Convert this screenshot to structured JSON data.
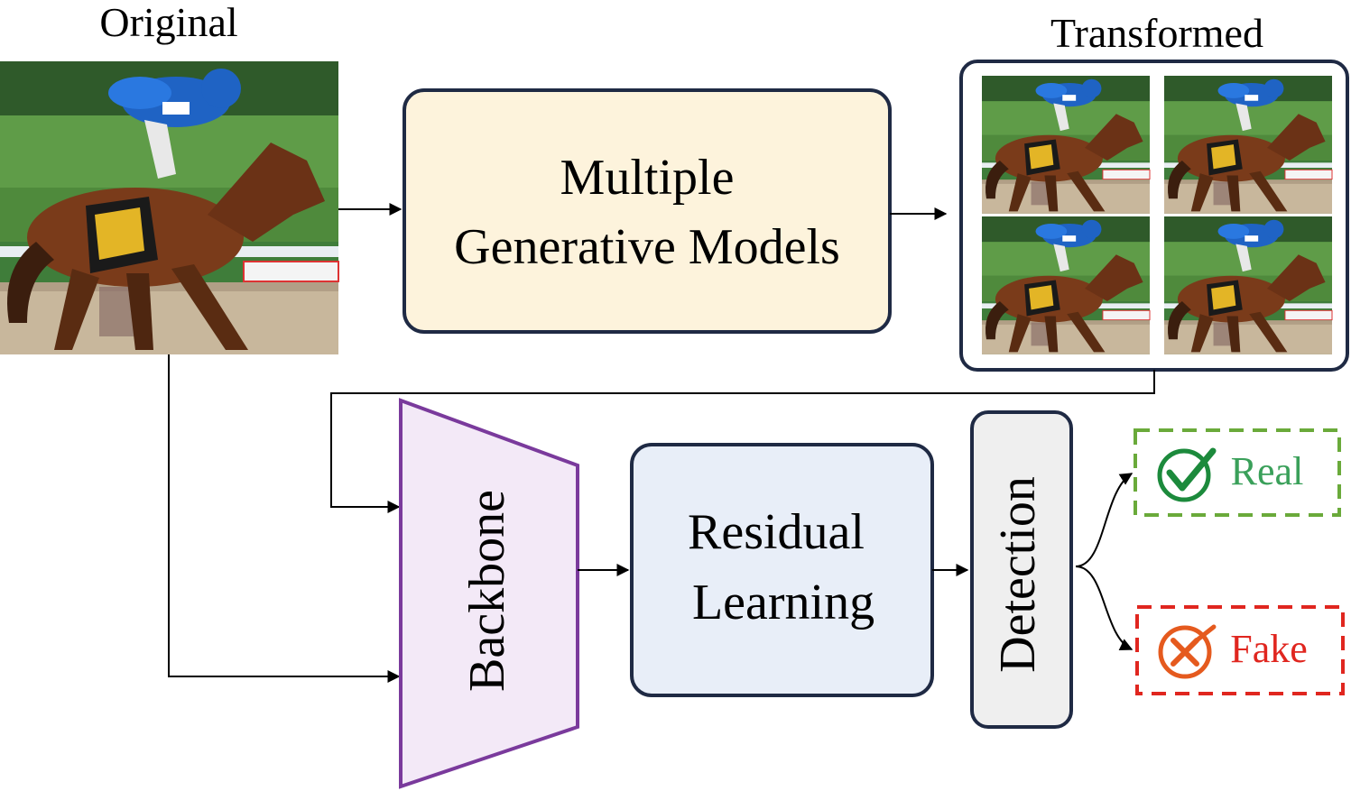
{
  "labels": {
    "original": "Original",
    "transformed": "Transformed"
  },
  "boxes": {
    "generator_line1": "Multiple",
    "generator_line2": "Generative Models",
    "backbone": "Backbone",
    "residual_line1": "Residual",
    "residual_line2": "Learning",
    "detection": "Detection"
  },
  "outputs": {
    "real": "Real",
    "fake": "Fake"
  },
  "colors": {
    "generator_fill": "#fdf3dc",
    "box_stroke": "#1f2a44",
    "backbone_fill": "#f3e9f7",
    "backbone_stroke": "#7a3a9c",
    "residual_fill": "#e8eef8",
    "detection_fill": "#efefef",
    "real_green": "#3aa05a",
    "fake_red": "#e0261f"
  },
  "icons": {
    "photo_original": "horse-racing-photo",
    "photo_transformed": "horse-racing-photo",
    "real_icon": "check-circle-icon",
    "fake_icon": "x-circle-icon"
  }
}
